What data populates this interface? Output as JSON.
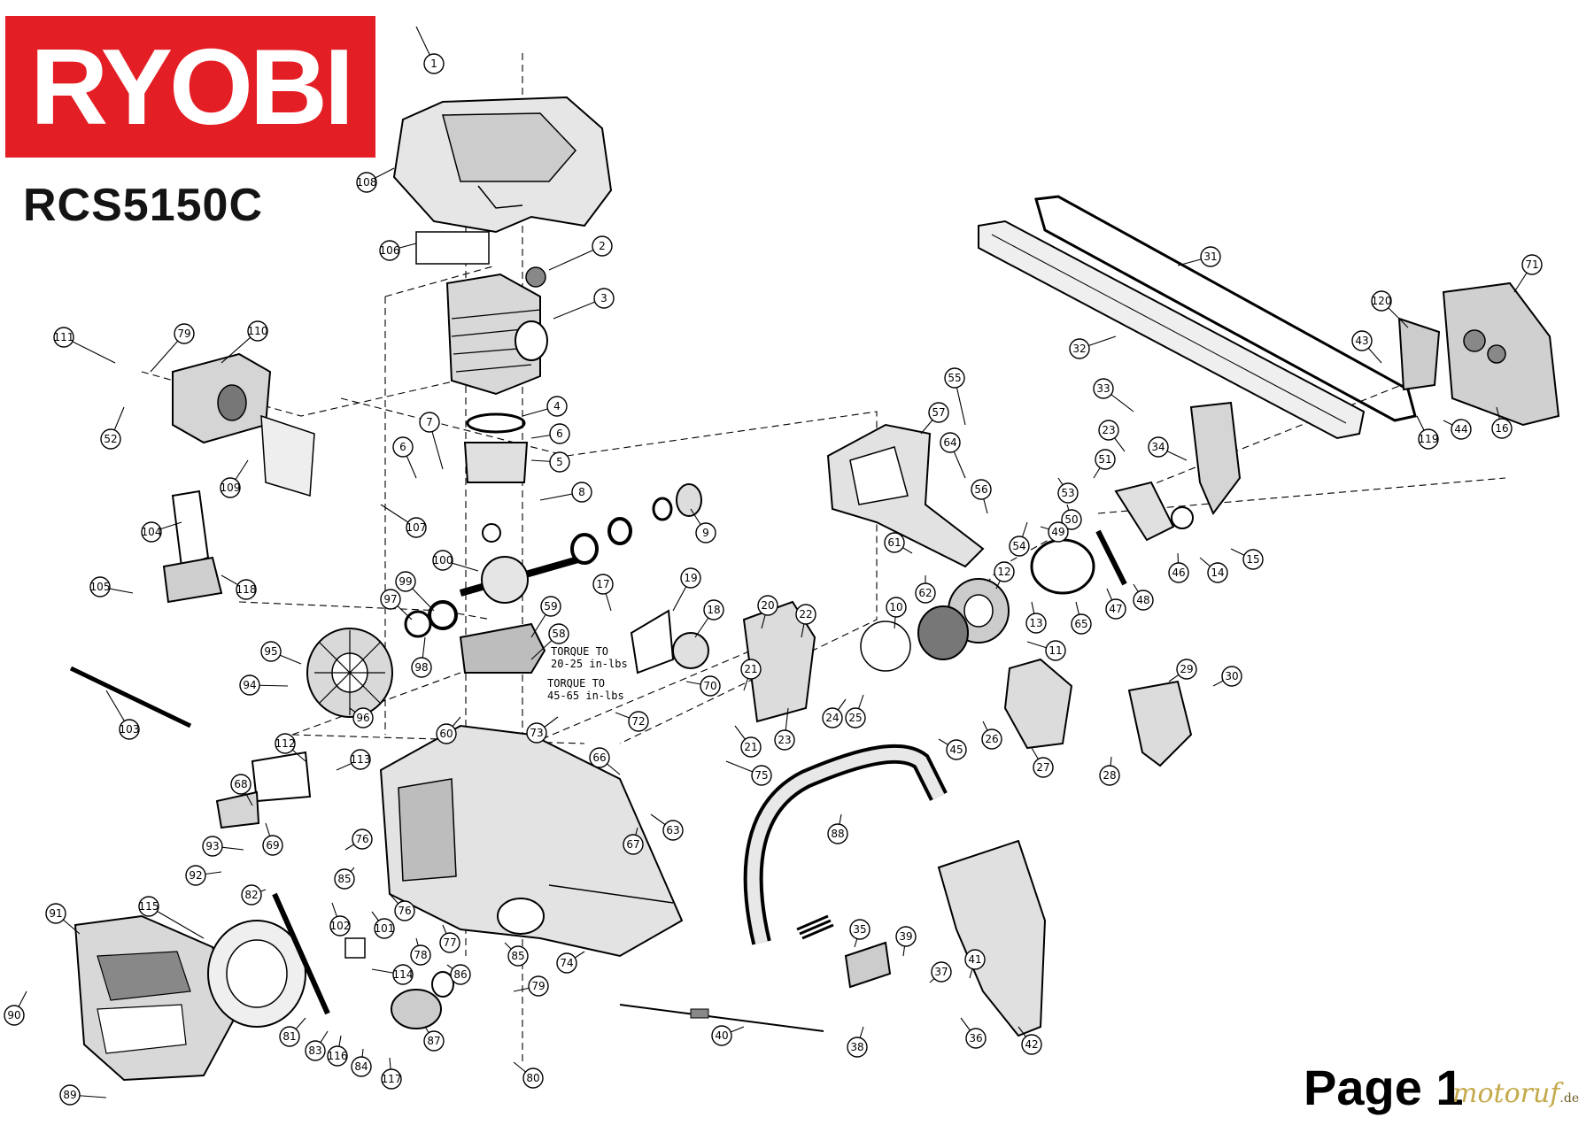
{
  "brand": {
    "name": "RYOBI",
    "color": "#e31e24"
  },
  "model": "RCS5150C",
  "page_label": "Page 1",
  "watermark": {
    "text": "motoruf",
    "suffix": ".de"
  },
  "notes": [
    {
      "id": "torque-1",
      "lines": [
        "TORQUE TO",
        "20-25 in-lbs"
      ]
    },
    {
      "id": "torque-2",
      "lines": [
        "TORQUE TO",
        "45-65 in-lbs"
      ]
    }
  ],
  "callouts": [
    {
      "label": "1"
    },
    {
      "label": "108"
    },
    {
      "label": "106"
    },
    {
      "label": "2"
    },
    {
      "label": "3"
    },
    {
      "label": "111"
    },
    {
      "label": "79"
    },
    {
      "label": "110"
    },
    {
      "label": "52"
    },
    {
      "label": "109"
    },
    {
      "label": "4"
    },
    {
      "label": "6"
    },
    {
      "label": "5"
    },
    {
      "label": "7"
    },
    {
      "label": "6"
    },
    {
      "label": "107"
    },
    {
      "label": "8"
    },
    {
      "label": "9"
    },
    {
      "label": "104"
    },
    {
      "label": "105"
    },
    {
      "label": "118"
    },
    {
      "label": "100"
    },
    {
      "label": "99"
    },
    {
      "label": "97"
    },
    {
      "label": "59"
    },
    {
      "label": "58"
    },
    {
      "label": "98"
    },
    {
      "label": "95"
    },
    {
      "label": "94"
    },
    {
      "label": "96"
    },
    {
      "label": "103"
    },
    {
      "label": "60"
    },
    {
      "label": "17"
    },
    {
      "label": "19"
    },
    {
      "label": "18"
    },
    {
      "label": "70"
    },
    {
      "label": "20"
    },
    {
      "label": "21"
    },
    {
      "label": "22"
    },
    {
      "label": "23"
    },
    {
      "label": "21"
    },
    {
      "label": "72"
    },
    {
      "label": "73"
    },
    {
      "label": "75"
    },
    {
      "label": "66"
    },
    {
      "label": "112"
    },
    {
      "label": "113"
    },
    {
      "label": "68"
    },
    {
      "label": "69"
    },
    {
      "label": "76"
    },
    {
      "label": "93"
    },
    {
      "label": "92"
    },
    {
      "label": "85"
    },
    {
      "label": "82"
    },
    {
      "label": "67"
    },
    {
      "label": "63"
    },
    {
      "label": "91"
    },
    {
      "label": "115"
    },
    {
      "label": "102"
    },
    {
      "label": "101"
    },
    {
      "label": "76"
    },
    {
      "label": "78"
    },
    {
      "label": "77"
    },
    {
      "label": "85"
    },
    {
      "label": "74"
    },
    {
      "label": "114"
    },
    {
      "label": "86"
    },
    {
      "label": "79"
    },
    {
      "label": "90"
    },
    {
      "label": "81"
    },
    {
      "label": "83"
    },
    {
      "label": "116"
    },
    {
      "label": "84"
    },
    {
      "label": "117"
    },
    {
      "label": "87"
    },
    {
      "label": "89"
    },
    {
      "label": "80"
    },
    {
      "label": "31"
    },
    {
      "label": "32"
    },
    {
      "label": "71"
    },
    {
      "label": "120"
    },
    {
      "label": "43"
    },
    {
      "label": "33"
    },
    {
      "label": "119"
    },
    {
      "label": "44"
    },
    {
      "label": "16"
    },
    {
      "label": "55"
    },
    {
      "label": "57"
    },
    {
      "label": "64"
    },
    {
      "label": "56"
    },
    {
      "label": "23"
    },
    {
      "label": "51"
    },
    {
      "label": "34"
    },
    {
      "label": "53"
    },
    {
      "label": "50"
    },
    {
      "label": "49"
    },
    {
      "label": "54"
    },
    {
      "label": "61"
    },
    {
      "label": "62"
    },
    {
      "label": "12"
    },
    {
      "label": "13"
    },
    {
      "label": "65"
    },
    {
      "label": "47"
    },
    {
      "label": "48"
    },
    {
      "label": "46"
    },
    {
      "label": "14"
    },
    {
      "label": "15"
    },
    {
      "label": "10"
    },
    {
      "label": "11"
    },
    {
      "label": "24"
    },
    {
      "label": "25"
    },
    {
      "label": "45"
    },
    {
      "label": "26"
    },
    {
      "label": "27"
    },
    {
      "label": "29"
    },
    {
      "label": "30"
    },
    {
      "label": "28"
    },
    {
      "label": "88"
    },
    {
      "label": "35"
    },
    {
      "label": "39"
    },
    {
      "label": "37"
    },
    {
      "label": "41"
    },
    {
      "label": "40"
    },
    {
      "label": "38"
    },
    {
      "label": "36"
    },
    {
      "label": "42"
    }
  ]
}
